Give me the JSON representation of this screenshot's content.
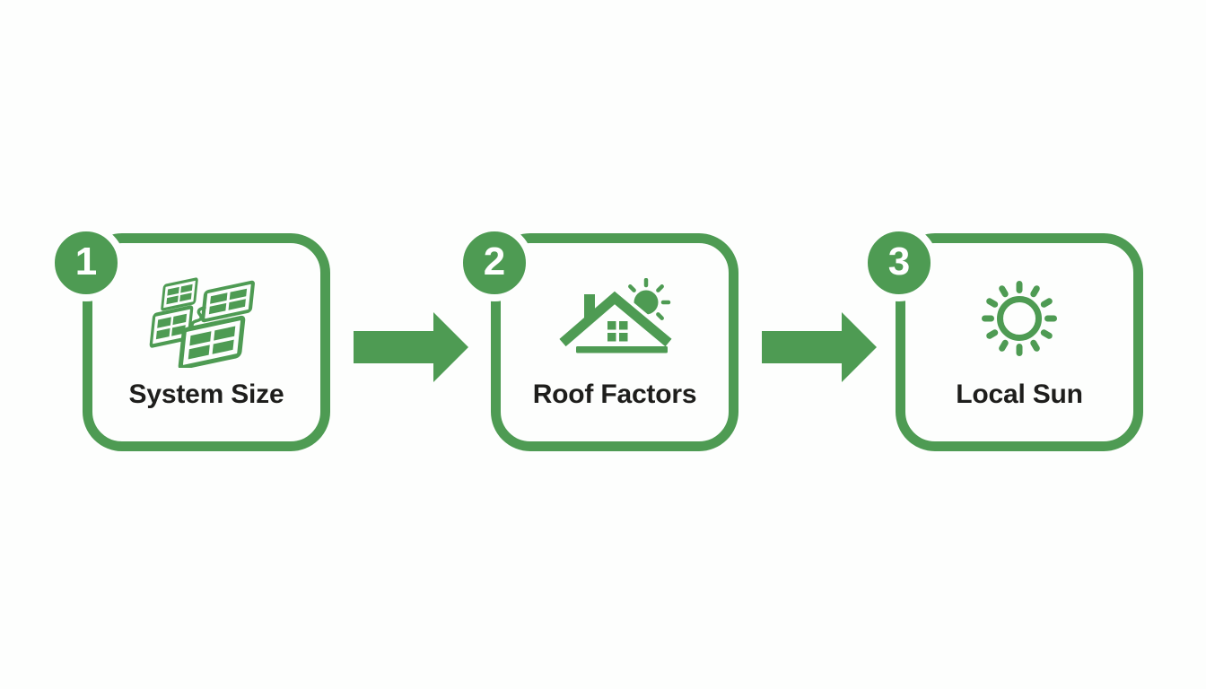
{
  "colors": {
    "green": "#4E9B53",
    "text": "#1E1E1C",
    "background": "#FDFEFD",
    "badge_text": "#FFFFFF"
  },
  "steps": [
    {
      "number": "1",
      "label": "System Size",
      "icon": "solar-panels-icon"
    },
    {
      "number": "2",
      "label": "Roof Factors",
      "icon": "house-with-sun-icon"
    },
    {
      "number": "3",
      "label": "Local Sun",
      "icon": "sun-icon"
    }
  ],
  "arrows": [
    {
      "icon": "arrow-right-icon"
    },
    {
      "icon": "arrow-right-icon"
    }
  ]
}
